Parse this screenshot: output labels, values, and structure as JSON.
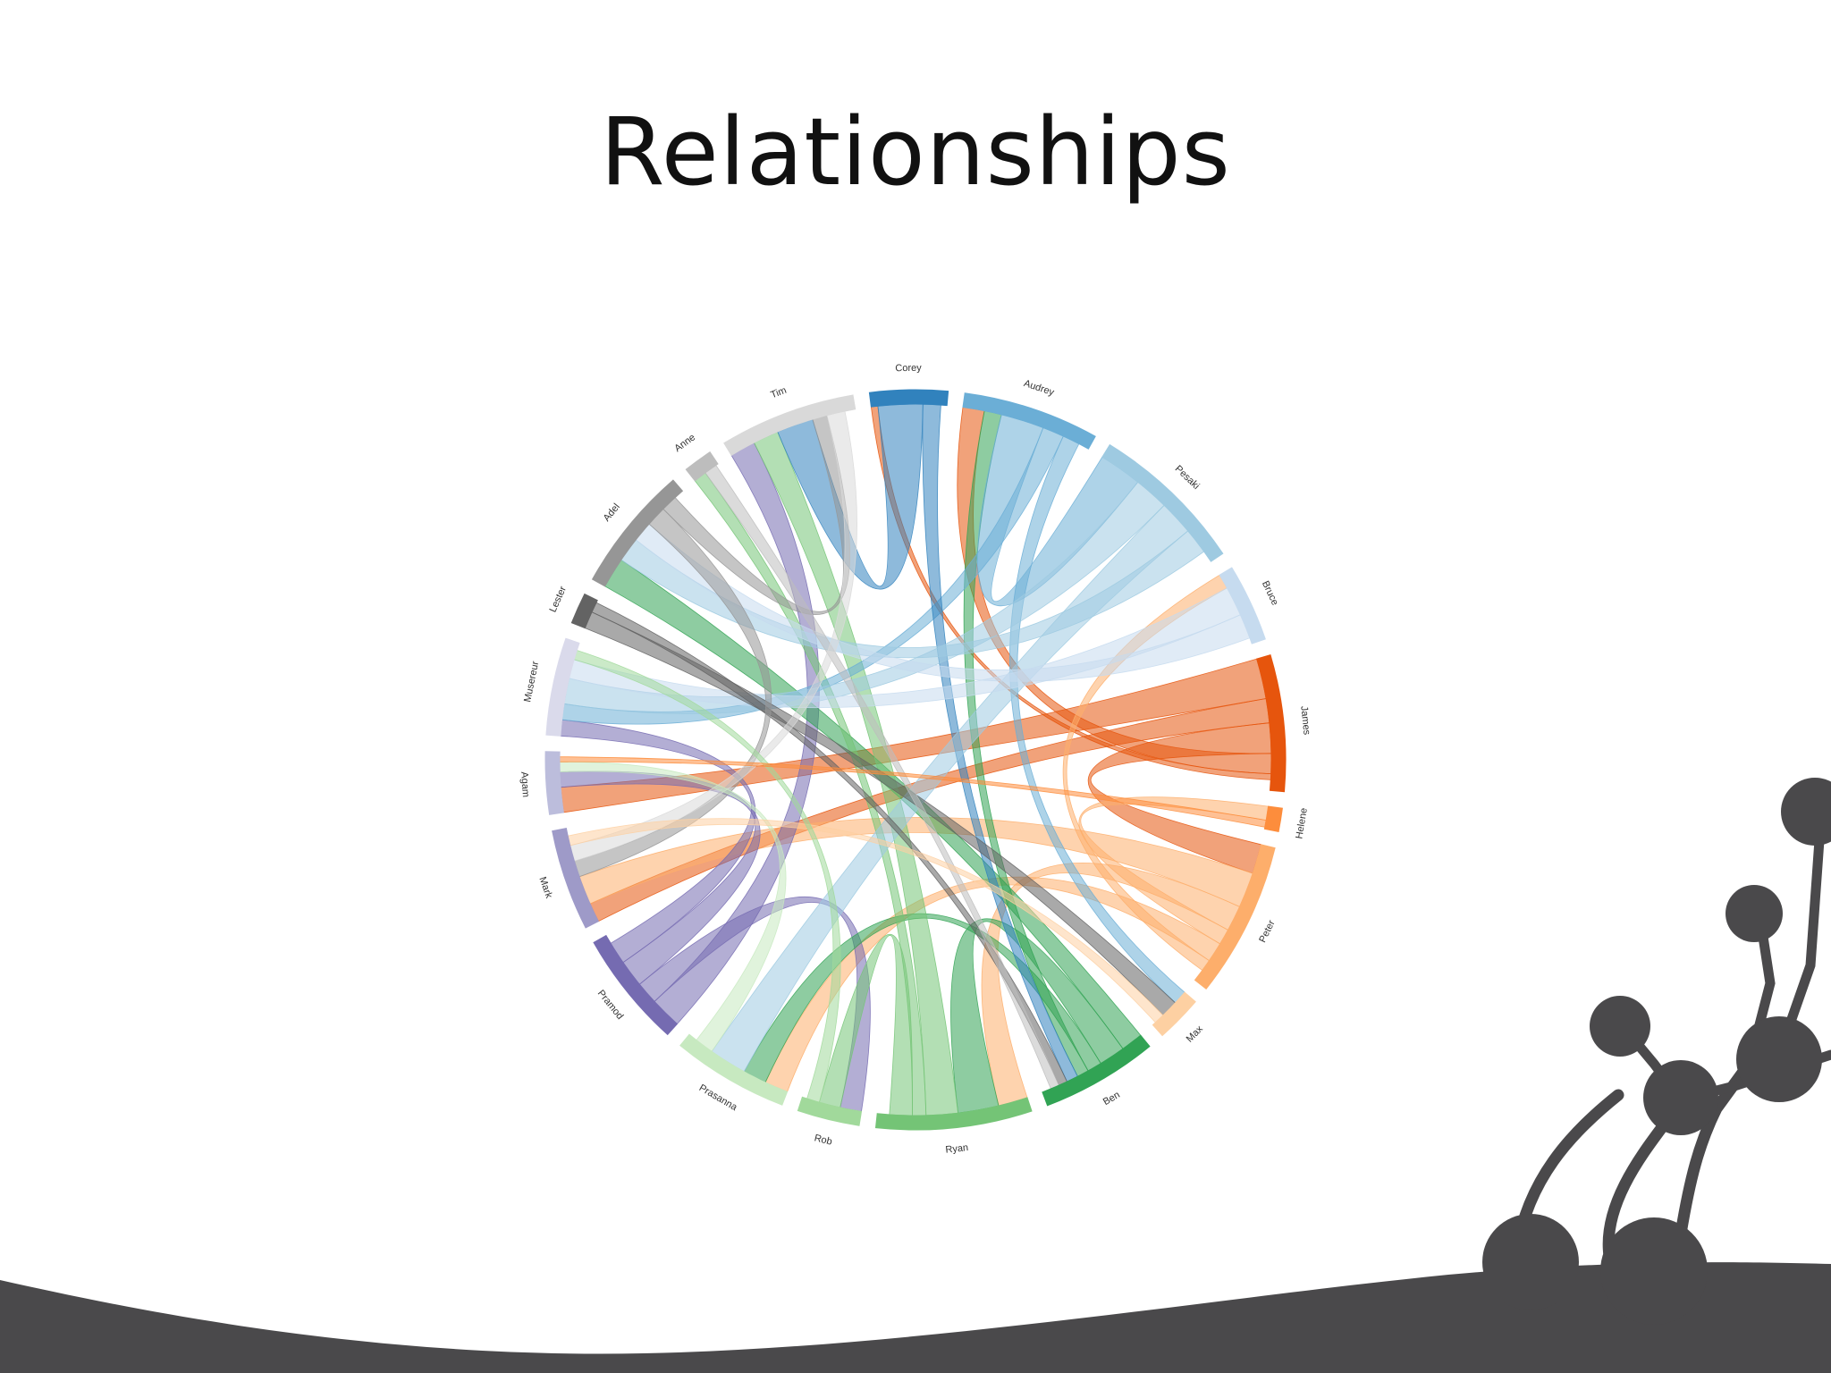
{
  "slide": {
    "title": "Relationships"
  },
  "diagram": {
    "type": "chord",
    "groups": [
      {
        "name": "Corey",
        "color": "#3182bd",
        "weight": 4
      },
      {
        "name": "Audrey",
        "color": "#6baed6",
        "weight": 7
      },
      {
        "name": "Pesaki",
        "color": "#9ecae1",
        "weight": 8
      },
      {
        "name": "Bruce",
        "color": "#c6dbef",
        "weight": 4
      },
      {
        "name": "James",
        "color": "#e6550d",
        "weight": 7
      },
      {
        "name": "Helene",
        "color": "#fd8d3c",
        "weight": 1.2
      },
      {
        "name": "Peter",
        "color": "#fdae6b",
        "weight": 8
      },
      {
        "name": "Max",
        "color": "#fdd0a2",
        "weight": 2.4
      },
      {
        "name": "Ben",
        "color": "#31a354",
        "weight": 6
      },
      {
        "name": "Ryan",
        "color": "#74c476",
        "weight": 8
      },
      {
        "name": "Rob",
        "color": "#a1d99b",
        "weight": 3.2
      },
      {
        "name": "Prasanna",
        "color": "#c7e9c0",
        "weight": 6
      },
      {
        "name": "Pramod",
        "color": "#756bb1",
        "weight": 6
      },
      {
        "name": "Mark",
        "color": "#9e9ac8",
        "weight": 5.2
      },
      {
        "name": "Agam",
        "color": "#bcbddc",
        "weight": 3.2
      },
      {
        "name": "Musereur",
        "color": "#dadaeb",
        "weight": 5
      },
      {
        "name": "Lester",
        "color": "#636363",
        "weight": 1.6
      },
      {
        "name": "Adel",
        "color": "#969696",
        "weight": 6.5
      },
      {
        "name": "Anne",
        "color": "#bdbdbd",
        "weight": 1.5
      },
      {
        "name": "Tim",
        "color": "#d9d9d9",
        "weight": 7
      }
    ],
    "chords": [
      {
        "source": "James",
        "target": "Agam",
        "value": 2.0
      },
      {
        "source": "James",
        "target": "Mark",
        "value": 1.2
      },
      {
        "source": "James",
        "target": "Peter",
        "value": 1.5
      },
      {
        "source": "James",
        "target": "Audrey",
        "value": 1.0
      },
      {
        "source": "James",
        "target": "Corey",
        "value": 0.3
      },
      {
        "source": "Peter",
        "target": "Mark",
        "value": 1.8
      },
      {
        "source": "Peter",
        "target": "Ryan",
        "value": 1.3
      },
      {
        "source": "Peter",
        "target": "Helene",
        "value": 0.8
      },
      {
        "source": "Peter",
        "target": "Prasanna",
        "value": 1.0
      },
      {
        "source": "Peter",
        "target": "Bruce",
        "value": 0.6
      },
      {
        "source": "Pramod",
        "target": "Tim",
        "value": 1.4
      },
      {
        "source": "Pramod",
        "target": "Rob",
        "value": 1.0
      },
      {
        "source": "Pramod",
        "target": "Agam",
        "value": 1.2
      },
      {
        "source": "Pramod",
        "target": "Musereur",
        "value": 1.0
      },
      {
        "source": "Ben",
        "target": "Adel",
        "value": 1.5
      },
      {
        "source": "Ben",
        "target": "Ryan",
        "value": 1.8
      },
      {
        "source": "Ben",
        "target": "Prasanna",
        "value": 1.0
      },
      {
        "source": "Ben",
        "target": "Audrey",
        "value": 0.8
      },
      {
        "source": "Ryan",
        "target": "Tim",
        "value": 1.4
      },
      {
        "source": "Ryan",
        "target": "Anne",
        "value": 0.6
      },
      {
        "source": "Ryan",
        "target": "Rob",
        "value": 1.0
      },
      {
        "source": "Audrey",
        "target": "Pesaki",
        "value": 2.0
      },
      {
        "source": "Audrey",
        "target": "Musereur",
        "value": 1.0
      },
      {
        "source": "Audrey",
        "target": "Max",
        "value": 0.8
      },
      {
        "source": "Corey",
        "target": "Tim",
        "value": 2.0
      },
      {
        "source": "Corey",
        "target": "Ben",
        "value": 0.8
      },
      {
        "source": "Pesaki",
        "target": "Musereur",
        "value": 1.6
      },
      {
        "source": "Pesaki",
        "target": "Prasanna",
        "value": 1.6
      },
      {
        "source": "Pesaki",
        "target": "Adel",
        "value": 1.2
      },
      {
        "source": "Bruce",
        "target": "Musereur",
        "value": 1.2
      },
      {
        "source": "Bruce",
        "target": "Adel",
        "value": 1.0
      },
      {
        "source": "Lester",
        "target": "Max",
        "value": 1.0
      },
      {
        "source": "Lester",
        "target": "Ben",
        "value": 0.6
      },
      {
        "source": "Adel",
        "target": "Mark",
        "value": 1.0
      },
      {
        "source": "Adel",
        "target": "Tim",
        "value": 0.8
      },
      {
        "source": "Anne",
        "target": "Ben",
        "value": 0.6
      },
      {
        "source": "Tim",
        "target": "Mark",
        "value": 1.0
      },
      {
        "source": "Prasanna",
        "target": "Agam",
        "value": 0.8
      },
      {
        "source": "Max",
        "target": "Mark",
        "value": 0.6
      },
      {
        "source": "Rob",
        "target": "Musereur",
        "value": 0.6
      },
      {
        "source": "Helene",
        "target": "Agam",
        "value": 0.4
      }
    ]
  },
  "decor": {
    "color": "#4a494b"
  }
}
